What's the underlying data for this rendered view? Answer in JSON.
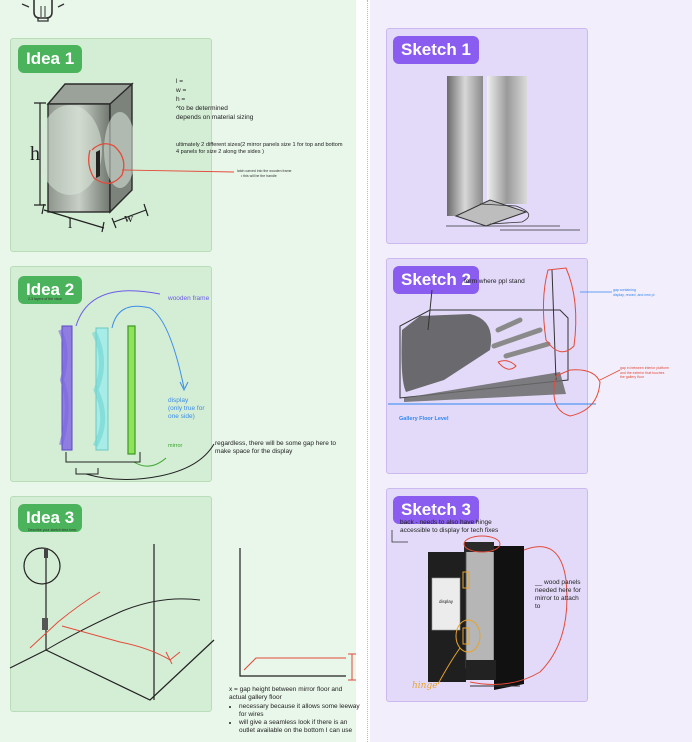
{
  "colors": {
    "green_title": "#4bb35c",
    "purple_title": "#8a5cf0",
    "green_card": "#d4edd5",
    "purple_card": "#e3daf9",
    "accent_blue": "#2f86f0",
    "accent_red": "#e34b3a"
  },
  "bulb_icon": "lightbulb-icon",
  "idea1": {
    "title": "Idea 1",
    "dims": [
      "l =",
      "w =",
      "h =",
      "^to be determined",
      "depends on material sizing"
    ],
    "note_sizes": "ultimately 2 different sizes(2 mirror panels size 1 for top and bottom\n4 panels for size 2 along the sides )",
    "latch_note": [
      "latch carved into the wooden frame",
      "• this will be the handle"
    ]
  },
  "idea2": {
    "title": "Idea 2",
    "caption": "2-3 layers of the vison",
    "wooden": "wooden frame",
    "display": "display\n(only true for\none side)",
    "mirror": "mirror",
    "gap_note": "regardless, there will be some gap here to\nmake space for the display"
  },
  "idea3": {
    "title": "Idea 3",
    "caption": "Describe your sketch idea here.",
    "x_note": "x = gap height between mirror floor and\nactual gallery floor",
    "bullets": [
      "necessary because it allows some leeway\nfor wires",
      "will give a seamless look if there is an\noutlet available on the bottom I can use"
    ]
  },
  "sketch1": {
    "title": "Sketch 1"
  },
  "sketch2": {
    "title": "Sketch 2",
    "platform": "form where ppl stand",
    "gap_blue": "gap containing\ndisplay, record, and new pi",
    "gap_red": "gap in between interior platform\nand the exterior that touches\nthe gallery floor",
    "floor": "Gallery Floor Level"
  },
  "sketch3": {
    "title": "Sketch 3",
    "back": "back - needs to also have hinge\naccessible to display for tech fixes",
    "panels": "__ wood panels\nneeded here for\nmirror to attach\nto",
    "display": "display",
    "hinge": "hinge"
  }
}
